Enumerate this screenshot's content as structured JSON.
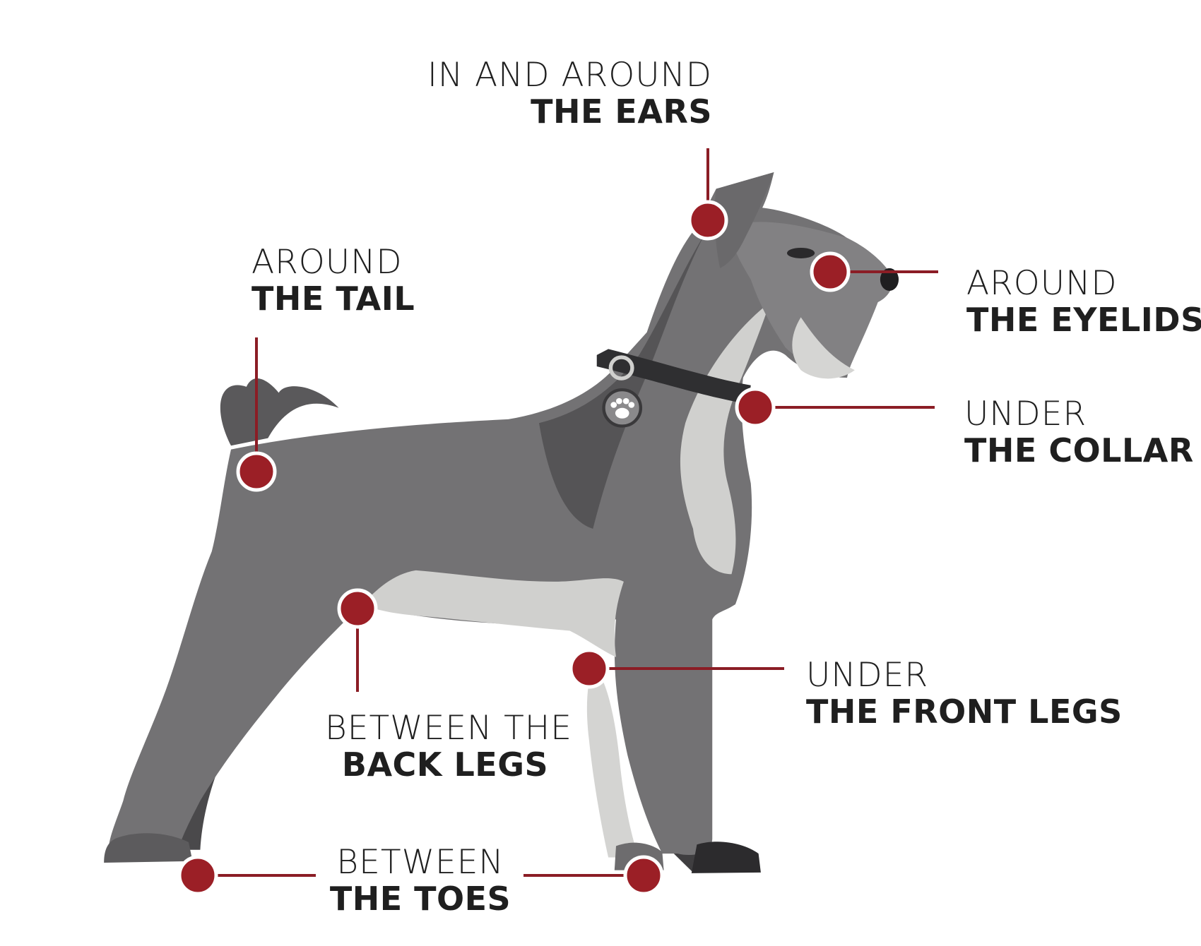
{
  "colors": {
    "background": "#ffffff",
    "marker": "#9b1f26",
    "leader_line": "#8b1d25",
    "text": "#1f1f1f",
    "fur_dark": "#4f4e50",
    "fur_mid": "#6f6e70",
    "fur_light": "#7d7c7e",
    "fur_white": "#d3d3d1",
    "collar": "#2f2f31"
  },
  "illustration": {
    "subject": "standing schnauzer dog with collar and paw-print tag"
  },
  "icons": [
    "paw-print-icon"
  ],
  "markers": [
    {
      "id": "ears",
      "line1": "IN AND AROUND",
      "line2": "THE EARS"
    },
    {
      "id": "tail",
      "line1": "AROUND",
      "line2": "THE TAIL"
    },
    {
      "id": "eyelids",
      "line1": "AROUND",
      "line2": "THE EYELIDS"
    },
    {
      "id": "collar",
      "line1": "UNDER",
      "line2": "THE COLLAR"
    },
    {
      "id": "front-legs",
      "line1": "UNDER",
      "line2": "THE FRONT LEGS"
    },
    {
      "id": "back-legs",
      "line1": "BETWEEN THE",
      "line2": "BACK LEGS"
    },
    {
      "id": "toes",
      "line1": "BETWEEN",
      "line2": "THE TOES"
    }
  ]
}
